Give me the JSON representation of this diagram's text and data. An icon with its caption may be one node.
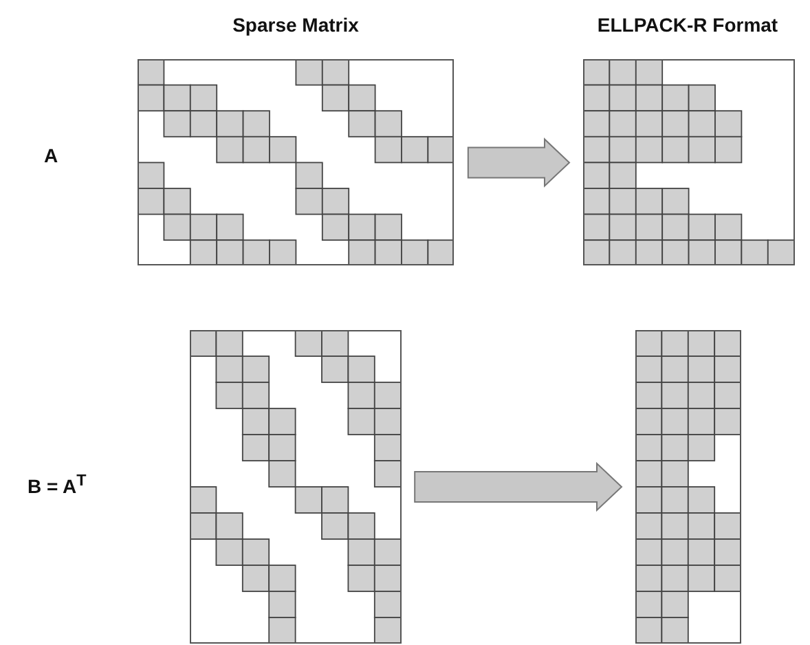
{
  "diagram": {
    "nodes": [
      {
        "text": [],
        "shape": "box"
      },
      {
        "text": [],
        "shape": "box"
      },
      {
        "text": [],
        "shape": "box"
      },
      {
        "text": [],
        "shape": "box"
      }
    ],
    "edges": [
      {
        "from": 0,
        "to": 1,
        "arrow": "to"
      },
      {
        "from": 2,
        "to": 3,
        "arrow": "to"
      }
    ],
    "labels": [
      "Sparse Matrix",
      "ELLPACK-R Format",
      "A",
      "B = A$^{T}$"
    ]
  }
}
